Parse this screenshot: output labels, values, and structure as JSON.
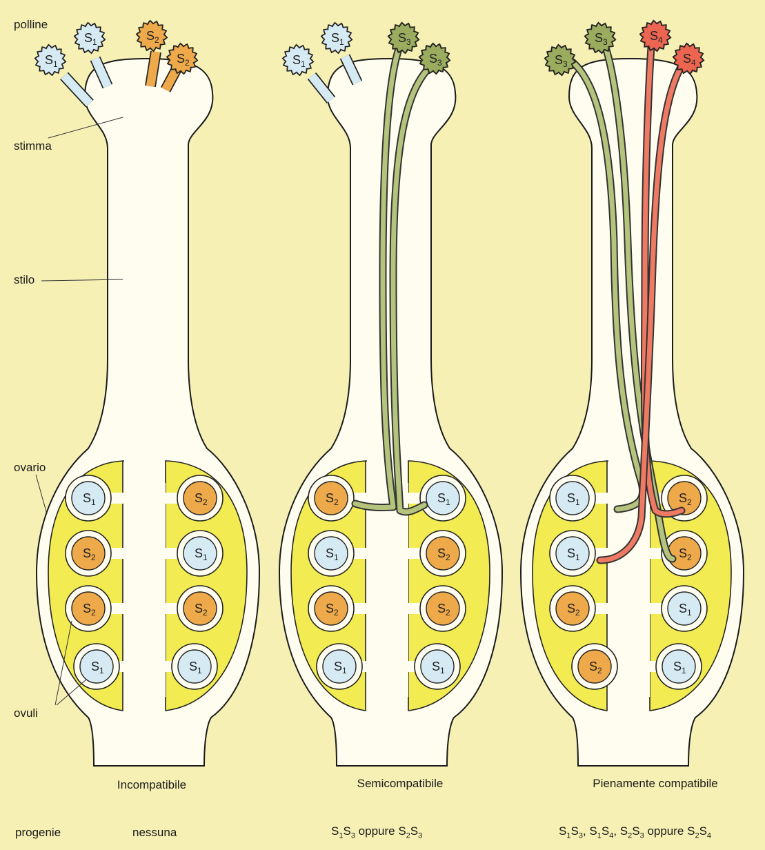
{
  "labels": {
    "polline": "polline",
    "stimma": "stimma",
    "stilo": "stilo",
    "ovario": "ovario",
    "ovuli": "ovuli",
    "progenie": "progenie"
  },
  "colors": {
    "background": "#f6f0b4",
    "pistil": "#fefdf0",
    "ovary_tissue": "#f2ec52",
    "s1": "#d6eaf3",
    "s2": "#eda94a",
    "s3": "#9bac5e",
    "s4": "#ec6550",
    "s3_tube": "#b5c47c",
    "s4_tube": "#ee7a64"
  },
  "panels": [
    {
      "caption": "Incompatibile",
      "progeny": "nessuna",
      "pollen": [
        "S1",
        "S1",
        "S2",
        "S2"
      ],
      "ovules_left": [
        "S1",
        "S2",
        "S2",
        "S1"
      ],
      "ovules_right": [
        "S2",
        "S1",
        "S2",
        "S1"
      ]
    },
    {
      "caption": "Semicompatibile",
      "progeny_parts": [
        [
          "S",
          "1"
        ],
        [
          "S",
          "3"
        ]
      ],
      "progeny_sep": "oppure",
      "progeny_parts2": [
        [
          "S",
          "2"
        ],
        [
          "S",
          "3"
        ]
      ],
      "pollen": [
        "S1",
        "S1",
        "S3",
        "S3"
      ],
      "ovules_left": [
        "S2",
        "S1",
        "S2",
        "S1"
      ],
      "ovules_right": [
        "S1",
        "S2",
        "S2",
        "S1"
      ]
    },
    {
      "caption": "Pienamente compatibile",
      "progeny_text": "S1S3, S1S4, S2S3 oppure S2S4",
      "pollen": [
        "S3",
        "S3",
        "S4",
        "S4"
      ],
      "ovules_left": [
        "S1",
        "S1",
        "S2",
        "S2"
      ],
      "ovules_right": [
        "S2",
        "S2",
        "S1",
        "S1"
      ]
    }
  ],
  "allele_labels": {
    "S1": [
      "S",
      "1"
    ],
    "S2": [
      "S",
      "2"
    ],
    "S3": [
      "S",
      "3"
    ],
    "S4": [
      "S",
      "4"
    ]
  }
}
